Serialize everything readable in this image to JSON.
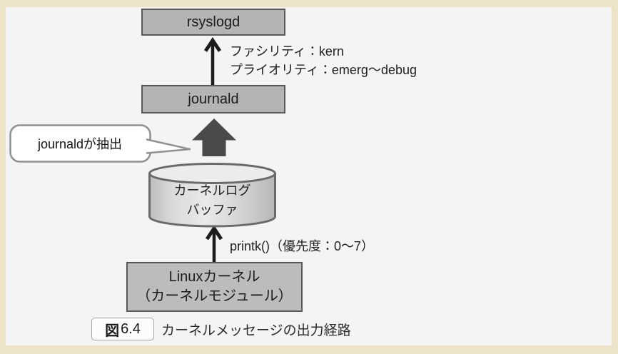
{
  "colors": {
    "frame": "#ece3c9",
    "canvas": "#f4f4f4",
    "node_fill": "#b4b4b4",
    "node_border": "#58585a",
    "block_arrow": "#4a4a48",
    "thin_arrow": "#1c1c1c",
    "bubble_fill": "#ffffff",
    "bubble_border": "#909090",
    "cylinder_border": "#6a6a6a"
  },
  "nodes": {
    "rsyslogd": "rsyslogd",
    "journald": "journald",
    "buffer_line1": "カーネルログ",
    "buffer_line2": "バッファ",
    "kernel_line1": "Linuxカーネル",
    "kernel_line2": "（カーネルモジュール）"
  },
  "edges": {
    "facility": "ファシリティ：kern",
    "priority": "プライオリティ：emerg〜debug",
    "printk": "printk()（優先度：0〜7）"
  },
  "callout": "journaldが抽出",
  "caption": {
    "badge_prefix": "図",
    "badge_number": "6.4",
    "text": "カーネルメッセージの出力経路"
  }
}
